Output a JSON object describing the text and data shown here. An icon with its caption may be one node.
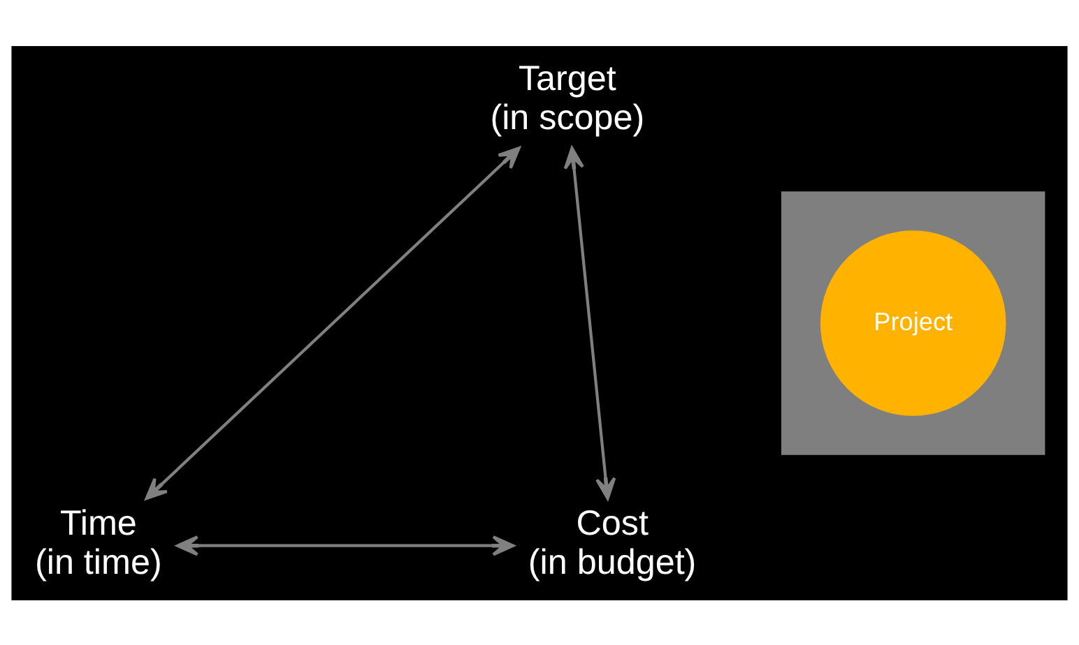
{
  "diagram": {
    "nodes": [
      {
        "text": [
          "Target (in scope)"
        ]
      },
      {
        "text": [
          "Time (in time)"
        ]
      },
      {
        "text": [
          "Cost (in budget)"
        ]
      },
      {
        "text": [],
        "shape": "triangle"
      },
      {
        "text": [
          "Project"
        ],
        "in": 3
      }
    ],
    "edges": [
      {
        "from": 0,
        "to": 1,
        "arrow": "both",
        "color": "#808080"
      },
      {
        "from": 0,
        "to": 2,
        "arrow": "both",
        "color": "#808080"
      },
      {
        "from": 1,
        "to": 2,
        "arrow": "both",
        "color": "#808080"
      }
    ]
  }
}
